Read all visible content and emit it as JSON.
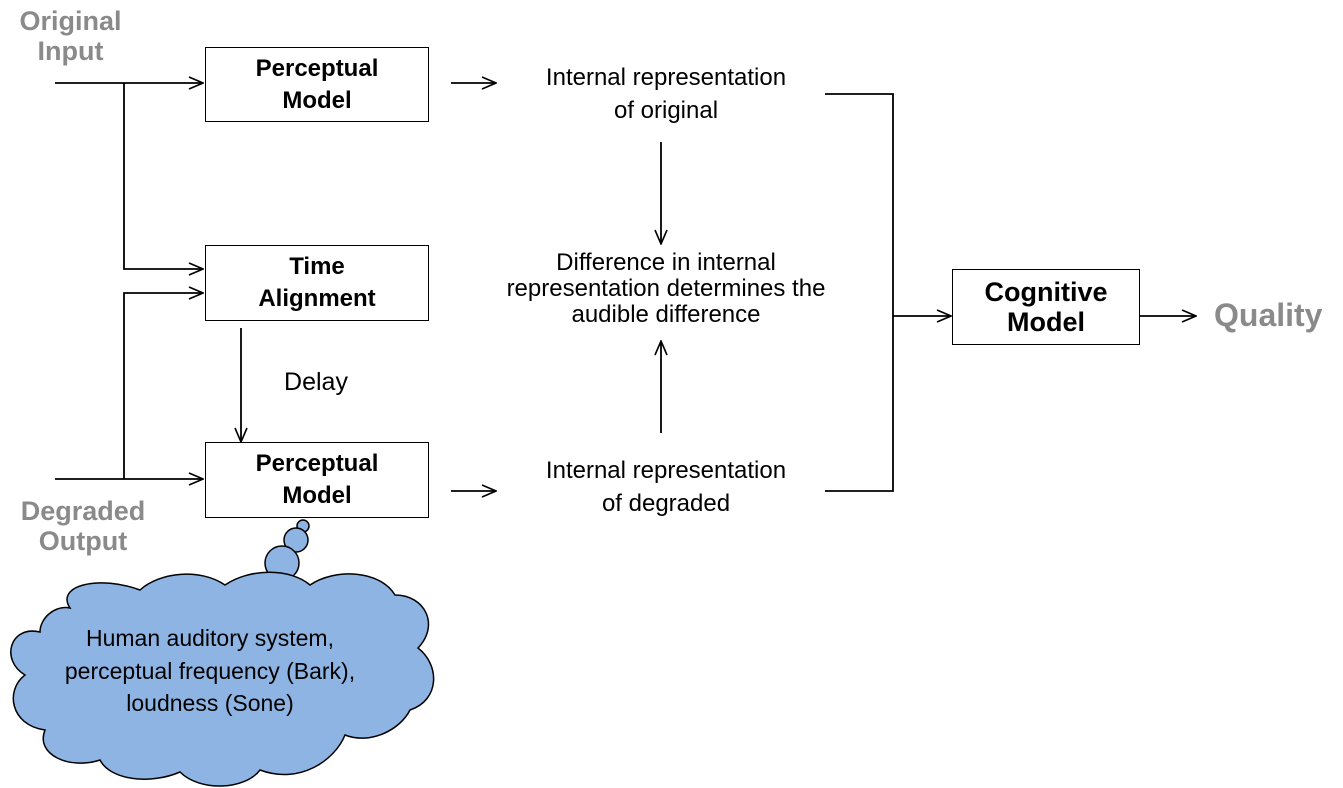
{
  "inputs": {
    "original_line1": "Original",
    "original_line2": "Input",
    "degraded_line1": "Degraded",
    "degraded_line2": "Output"
  },
  "blocks": {
    "perceptual_top_line1": "Perceptual",
    "perceptual_top_line2": "Model",
    "time_align_line1": "Time",
    "time_align_line2": "Alignment",
    "perceptual_bottom_line1": "Perceptual",
    "perceptual_bottom_line2": "Model",
    "cognitive_line1": "Cognitive",
    "cognitive_line2": "Model"
  },
  "representations": {
    "original_line1": "Internal representation",
    "original_line2": "of original",
    "degraded_line1": "Internal representation",
    "degraded_line2": "of degraded"
  },
  "difference": {
    "line1": "Difference in internal",
    "line2": "representation determines the",
    "line3": "audible difference"
  },
  "delay_label": "Delay",
  "output_label": "Quality",
  "thought_cloud": {
    "line1": "Human auditory system,",
    "line2": "perceptual frequency (Bark),",
    "line3": "loudness (Sone)",
    "fill_color": "#8eb4e3"
  }
}
